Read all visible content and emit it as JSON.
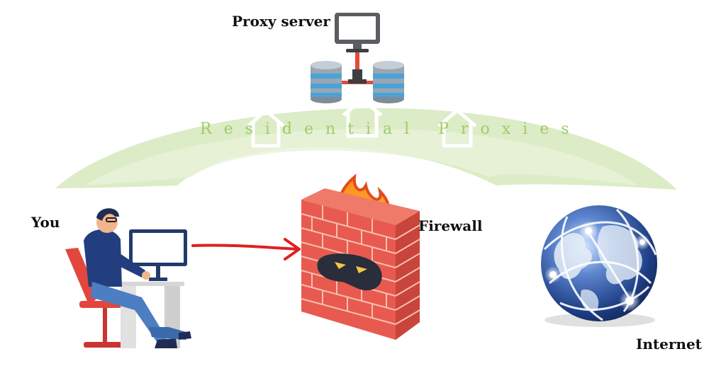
{
  "labels": {
    "proxy_server": "Proxy server",
    "residential_proxies": "Residential Proxies",
    "you": "You",
    "firewall": "Firewall",
    "internet": "Internet"
  },
  "icons": {
    "proxy": "server-monitor-icon",
    "databases": "database-icon",
    "houses": "house-outline-icon",
    "user": "person-at-computer-icon",
    "firewall": "burning-brick-wall-icon",
    "internet": "globe-network-icon",
    "arrow": "red-arrow-icon"
  },
  "colors": {
    "arc_green": "#dcecc6",
    "text_green": "#9dcc6a",
    "brick": "#e85a4f",
    "arrow_red": "#e02020",
    "globe_blue": "#2a4f9a"
  }
}
